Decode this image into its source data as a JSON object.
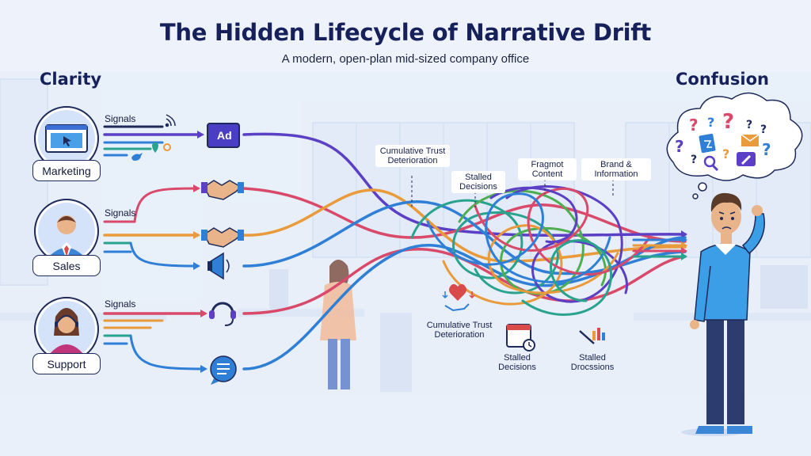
{
  "header": {
    "title": "The Hidden Lifecycle of Narrative Drift",
    "subtitle": "A modern, open-plan mid-sized company office"
  },
  "sides": {
    "left_heading": "Clarity",
    "right_heading": "Confusion"
  },
  "departments": [
    {
      "name": "Marketing",
      "signals_label": "Signals"
    },
    {
      "name": "Sales",
      "signals_label": "Signals"
    },
    {
      "name": "Support",
      "signals_label": "Signals"
    }
  ],
  "channel_icons": {
    "ad_text": "Ad"
  },
  "annotations": {
    "top": [
      "Cumulative Trust Deterioration",
      "Stalled Decisions",
      "Fragmot Content",
      "Brand & Information"
    ],
    "bottom": [
      "Cumulative Trust Deterioration",
      "Stalled Decisions",
      "Stalled Drocssions"
    ]
  },
  "colors": {
    "navy": "#1e2a5a",
    "purple": "#5b3fc4",
    "red": "#d94a6a",
    "orange": "#e99a3a",
    "blue": "#2f7fd6",
    "teal": "#2aa38e",
    "green": "#4fae52",
    "person_shirt": "#3b9ee6",
    "person_pants": "#2c3c6e"
  }
}
